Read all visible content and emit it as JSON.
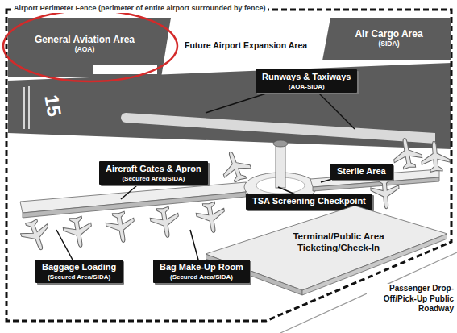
{
  "diagram": {
    "nodes": [
      {
        "text": [
          "General Aviation Area",
          "(AOA)"
        ]
      },
      {
        "text": [
          "Air Cargo Area",
          "(SIDA)"
        ]
      },
      {
        "text": [
          "Runways & Taxiways",
          "(AOA-SIDA)"
        ]
      },
      {
        "text": [
          "Aircraft Gates & Apron",
          "(Secured Area/SIDA)"
        ]
      },
      {
        "text": [
          "Sterile Area"
        ]
      },
      {
        "text": [
          "TSA Screening Checkpoint"
        ]
      },
      {
        "text": [
          "Terminal/Public Area",
          "Ticketing/Check-In"
        ]
      },
      {
        "text": [
          "Baggage Loading",
          "(Secured Area/SIDA)"
        ]
      },
      {
        "text": [
          "Bag Make-Up Room",
          "(Secured Area/SIDA)"
        ]
      }
    ],
    "labels": [
      "Airport Perimeter Fence (perimeter of entire airport surrounded by fence)",
      "Future Airport Expansion Area",
      "15",
      "Passenger Drop-Off/Pick-Up Public Roadway"
    ]
  }
}
